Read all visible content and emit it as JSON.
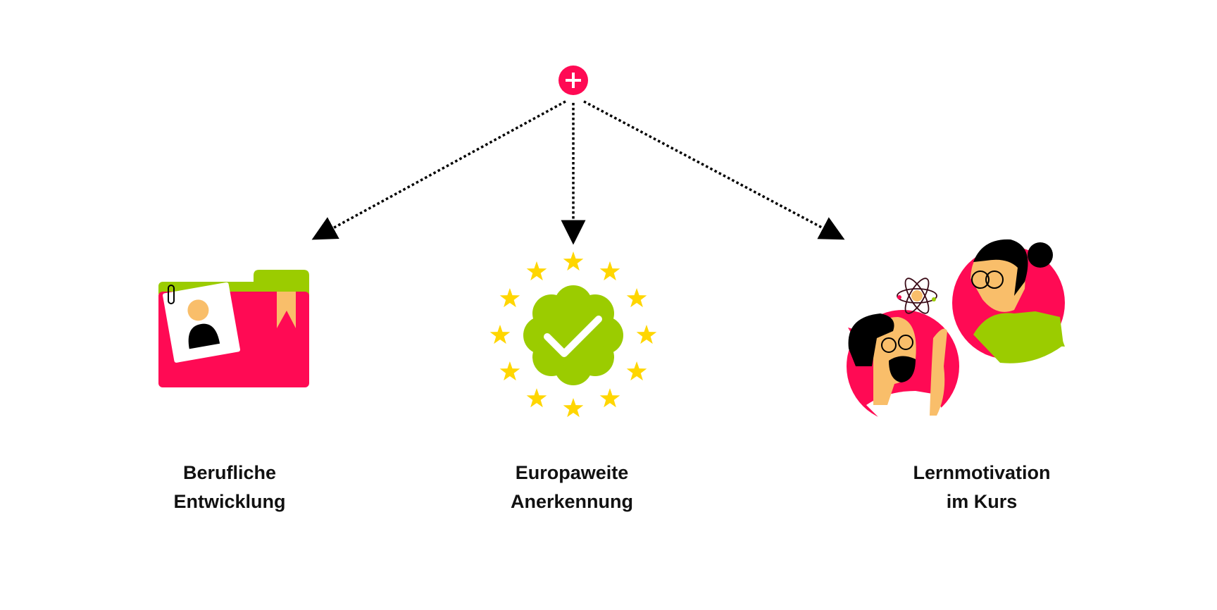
{
  "root": {
    "icon": "plus-icon"
  },
  "colors": {
    "pink": "#FF0A54",
    "green": "#9BCC00",
    "yellow": "#FFD600",
    "skin": "#F9BE6A",
    "black": "#000000"
  },
  "branches": [
    {
      "icon": "folder-profile-icon",
      "line1": "Berufliche",
      "line2": "Entwicklung"
    },
    {
      "icon": "verified-stars-badge-icon",
      "line1": "Europaweite",
      "line2": "Anerkennung"
    },
    {
      "icon": "people-conversation-icon",
      "line1": "Lernmotivation",
      "line2": "im Kurs"
    }
  ]
}
